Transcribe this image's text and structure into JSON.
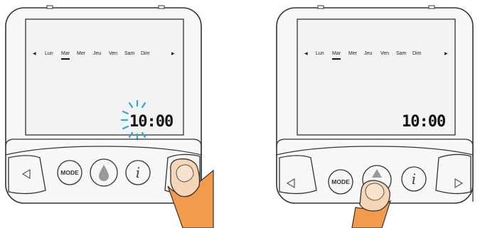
{
  "days": [
    "Lun",
    "Mar",
    "Mer",
    "Jeu",
    "Ven",
    "Sam",
    "Dim"
  ],
  "selected_day": "Mar",
  "panels": [
    {
      "time": "10:00",
      "hours": "10",
      "minutes": "00",
      "blinking": "hours",
      "pressed": "right-button"
    },
    {
      "time": "10:00",
      "hours": "10",
      "minutes": "00",
      "blinking": "none",
      "pressed": "up-button"
    }
  ],
  "buttons": {
    "mode": "MODE",
    "info": "i"
  },
  "icons": [
    "arrow-left-icon",
    "arrow-right-icon",
    "water-drop-icon",
    "up-arrow-icon",
    "info-icon",
    "finger-icon"
  ],
  "colors": {
    "finger": "#f5d6b7",
    "sleeve": "#f29b4c",
    "blink": "#2aa9d6",
    "screen": "#f2f2f2",
    "body": "#f7f7f7"
  }
}
